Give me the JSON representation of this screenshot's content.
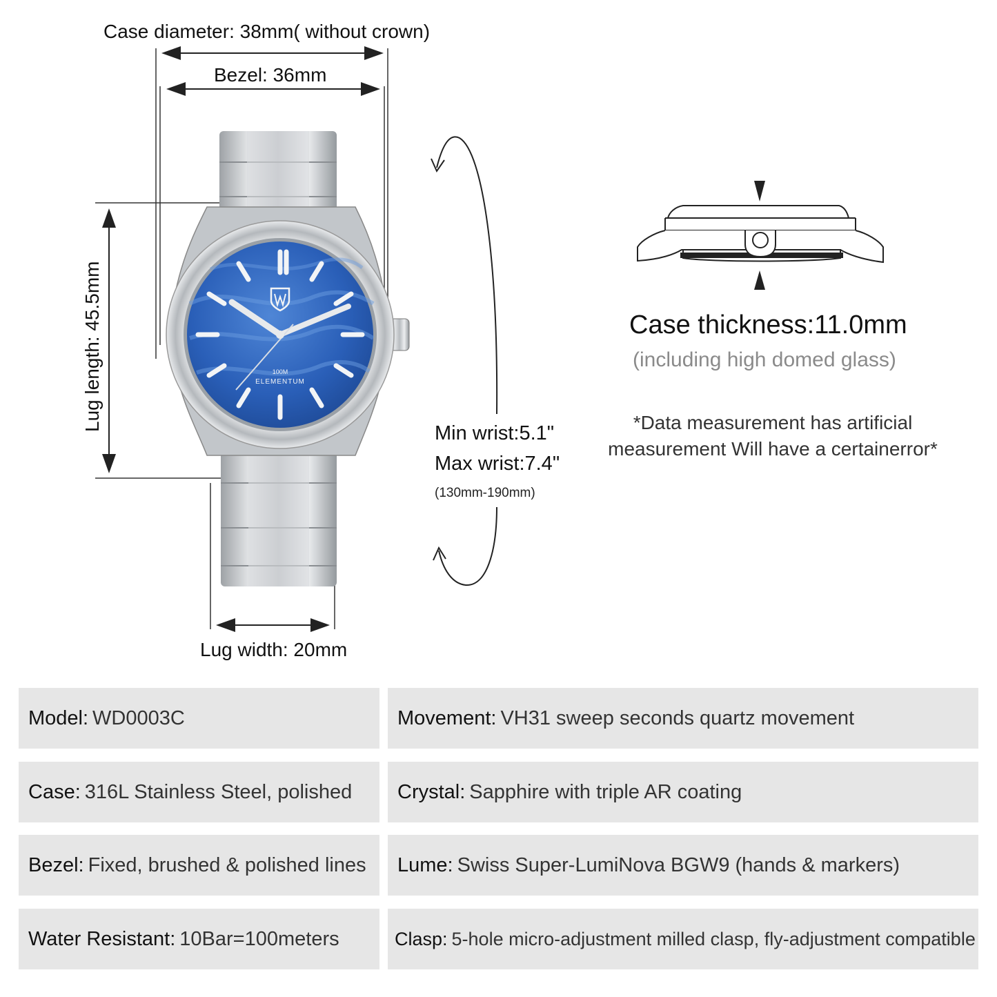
{
  "dimensions": {
    "case_diameter": "Case diameter: 38mm( without crown)",
    "bezel": "Bezel: 36mm",
    "lug_length": "Lug length: 45.5mm",
    "lug_width": "Lug width: 20mm"
  },
  "wrist": {
    "min": "Min wrist:5.1\"",
    "max": "Max wrist:7.4\"",
    "range": "(130mm-190mm)"
  },
  "thickness": {
    "title": "Case thickness:11.0mm",
    "subtitle": "(including high domed glass)",
    "note_line1": "*Data measurement has artificial",
    "note_line2": "measurement Will have a certainerror*"
  },
  "dial": {
    "depth": "100M",
    "brand": "ELEMENTUM"
  },
  "specs": {
    "model": {
      "label": "Model:",
      "value": "WD0003C"
    },
    "movement": {
      "label": "Movement:",
      "value": "VH31 sweep seconds quartz movement"
    },
    "case": {
      "label": "Case:",
      "value": "316L Stainless Steel, polished"
    },
    "crystal": {
      "label": "Crystal:",
      "value": "Sapphire with triple AR coating"
    },
    "bezel": {
      "label": "Bezel:",
      "value": "Fixed, brushed & polished lines"
    },
    "lume": {
      "label": "Lume:",
      "value": "Swiss Super-LumiNova BGW9 (hands & markers)"
    },
    "water": {
      "label": "Water Resistant:",
      "value": "10Bar=100meters"
    },
    "clasp": {
      "label": "Clasp:",
      "value": "5-hole micro-adjustment milled clasp, fly-adjustment compatible"
    }
  },
  "colors": {
    "dial_blue": "#2a5fb8",
    "steel": "#c9cccf",
    "spec_bg": "#e6e6e6"
  }
}
